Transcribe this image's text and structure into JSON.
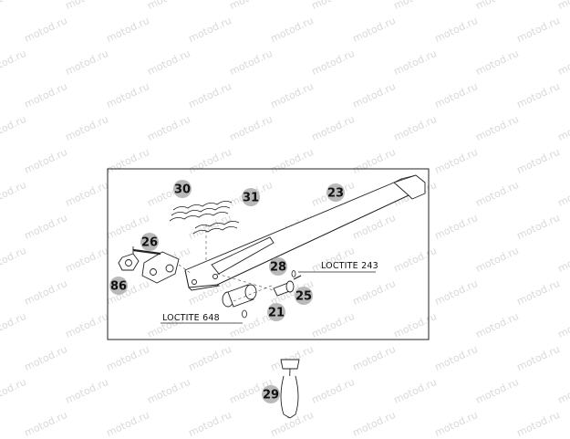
{
  "watermark": "motod.ru",
  "callouts": {
    "c23": "23",
    "c30": "30",
    "c31": "31",
    "c26": "26",
    "c86": "86",
    "c28": "28",
    "c25": "25",
    "c21": "21",
    "c29": "29"
  },
  "notes": {
    "loctite_243": "LOCTITE 243",
    "loctite_648": "LOCTITE 648"
  },
  "colors": {
    "line": "#222222",
    "watermark": "#d9d9d9"
  }
}
